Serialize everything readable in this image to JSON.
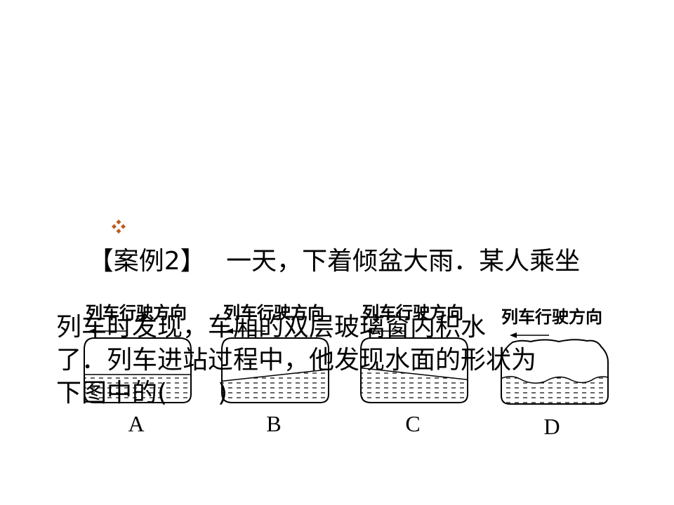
{
  "question": {
    "bullet_icon": "four-diamond-bullet-icon",
    "bullet_color": "#C05A1E",
    "line1": "【案例2】　 一天，下着倾盆大雨．某人乘坐",
    "line2": "列车时发现，车厢的双层玻璃窗内积水",
    "line3": "了．列车进站过程中，他发现水面的形状为",
    "line4": "下图中的(　　)"
  },
  "figures": [
    {
      "direction_text": "列车行驶方向",
      "label": "A"
    },
    {
      "direction_text": "列车行驶方向",
      "label": "B"
    },
    {
      "direction_text": "列车行驶方向",
      "label": "C"
    },
    {
      "direction_text": "列车行驶方向",
      "label": "D"
    }
  ]
}
